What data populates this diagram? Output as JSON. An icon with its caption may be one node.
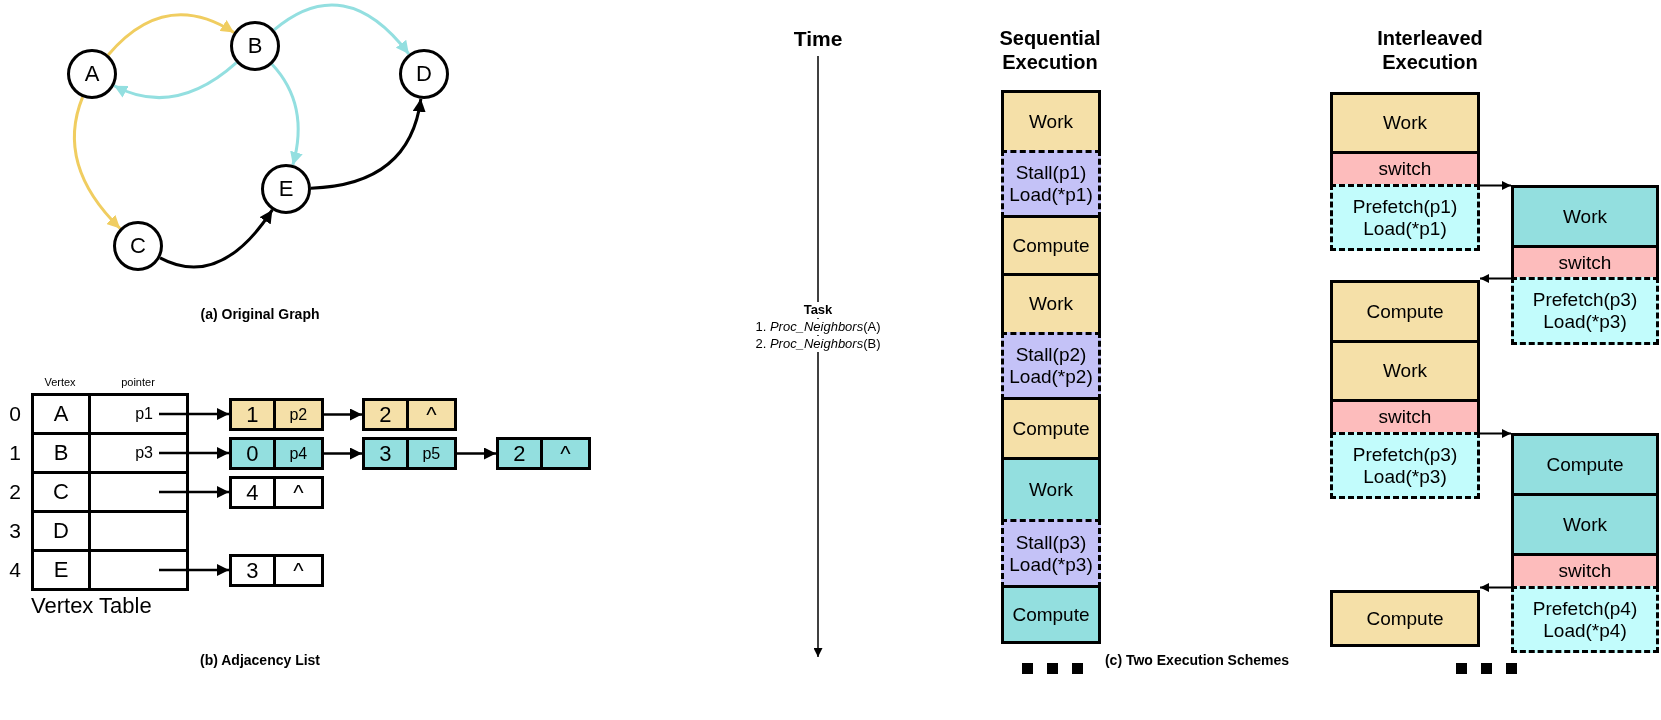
{
  "diagram": {
    "nodes": [
      {
        "text": [
          "A"
        ]
      },
      {
        "text": [
          "B"
        ]
      },
      {
        "text": [
          "C"
        ]
      },
      {
        "text": [
          "D"
        ]
      },
      {
        "text": [
          "E"
        ]
      },
      {
        "text": [
          "Vertex Table"
        ]
      },
      {
        "text": [
          "A"
        ],
        "in": 5
      },
      {
        "text": [
          "B"
        ],
        "in": 5
      },
      {
        "text": [
          "C"
        ],
        "in": 5
      },
      {
        "text": [
          "D"
        ],
        "in": 5
      },
      {
        "text": [
          "E"
        ],
        "in": 5
      },
      {
        "text": [
          "p1"
        ],
        "in": 5
      },
      {
        "text": [
          "p3"
        ],
        "in": 5
      },
      {
        "text": [],
        "shape": "box",
        "in": 5
      },
      {
        "text": [],
        "shape": "box",
        "in": 5
      },
      {
        "text": [],
        "shape": "box",
        "in": 5
      },
      {
        "text": [
          "1",
          "p2"
        ]
      },
      {
        "text": [
          "2",
          "^"
        ]
      },
      {
        "text": [
          "0",
          "p4"
        ]
      },
      {
        "text": [
          "3",
          "p5"
        ]
      },
      {
        "text": [
          "2",
          "^"
        ]
      },
      {
        "text": [
          "4",
          "^"
        ]
      },
      {
        "text": [
          "3",
          "^"
        ]
      },
      {
        "text": [
          "Work"
        ]
      },
      {
        "text": [
          "Stall(p1)",
          "Load(*p1)"
        ]
      },
      {
        "text": [
          "Compute"
        ]
      },
      {
        "text": [
          "Work"
        ]
      },
      {
        "text": [
          "Stall(p2)",
          "Load(*p2)"
        ]
      },
      {
        "text": [
          "Compute"
        ]
      },
      {
        "text": [
          "Work"
        ]
      },
      {
        "text": [
          "Stall(p3)",
          "Load(*p3)"
        ]
      },
      {
        "text": [
          "Compute"
        ]
      },
      {
        "text": [
          "Work"
        ]
      },
      {
        "text": [
          "switch"
        ]
      },
      {
        "text": [
          "Prefetch(p1)",
          "Load(*p1)"
        ]
      },
      {
        "text": [
          "Compute"
        ]
      },
      {
        "text": [
          "Work"
        ]
      },
      {
        "text": [
          "switch"
        ]
      },
      {
        "text": [
          "Prefetch(p3)",
          "Load(*p3)"
        ]
      },
      {
        "text": [
          "Compute"
        ]
      },
      {
        "text": [
          "Work"
        ]
      },
      {
        "text": [
          "switch"
        ]
      },
      {
        "text": [
          "Prefetch(p3)",
          "Load(*p3)"
        ]
      },
      {
        "text": [
          "Compute"
        ]
      },
      {
        "text": [
          "Work"
        ]
      },
      {
        "text": [
          "switch"
        ]
      },
      {
        "text": [
          "Prefetch(p4)",
          "Load(*p4)"
        ]
      }
    ],
    "edges": [
      {
        "from": 0,
        "to": 1,
        "arrow": "to",
        "color": "#f0cd60"
      },
      {
        "from": 0,
        "to": 2,
        "arrow": "to",
        "color": "#f0cd60"
      },
      {
        "from": 1,
        "to": 0,
        "arrow": "to",
        "color": "#93dfe0"
      },
      {
        "from": 1,
        "to": 3,
        "arrow": "to",
        "color": "#93dfe0"
      },
      {
        "from": 1,
        "to": 4,
        "arrow": "to",
        "color": "#93dfe0"
      },
      {
        "from": 2,
        "to": 4,
        "arrow": "to"
      },
      {
        "from": 4,
        "to": 3,
        "arrow": "to"
      },
      {
        "from": 11,
        "to": 16,
        "arrow": "to"
      },
      {
        "from": 16,
        "to": 17,
        "arrow": "to"
      },
      {
        "from": 12,
        "to": 18,
        "arrow": "to"
      },
      {
        "from": 18,
        "to": 19,
        "arrow": "to"
      },
      {
        "from": 19,
        "to": 20,
        "arrow": "to"
      },
      {
        "from": 13,
        "to": 21,
        "arrow": "to"
      },
      {
        "from": 15,
        "to": 22,
        "arrow": "to"
      },
      {
        "from": 33,
        "to": 40,
        "arrow": "to"
      },
      {
        "from": 41,
        "to": 35,
        "arrow": "to"
      },
      {
        "from": 37,
        "to": 43,
        "arrow": "to"
      },
      {
        "from": 45,
        "to": 39,
        "arrow": "to"
      }
    ],
    "labels": [
      "(a) Original Graph",
      "Vertex",
      "pointer",
      "0",
      "1",
      "2",
      "3",
      "4",
      "(b) Adjacency List",
      "Time",
      "Sequential Execution",
      "Interleaved Execution",
      "Task",
      "1. *Proc_Neighbors*(A)",
      "2. *Proc_Neighbors*(B)",
      "(c) Two Execution Schemes"
    ]
  }
}
